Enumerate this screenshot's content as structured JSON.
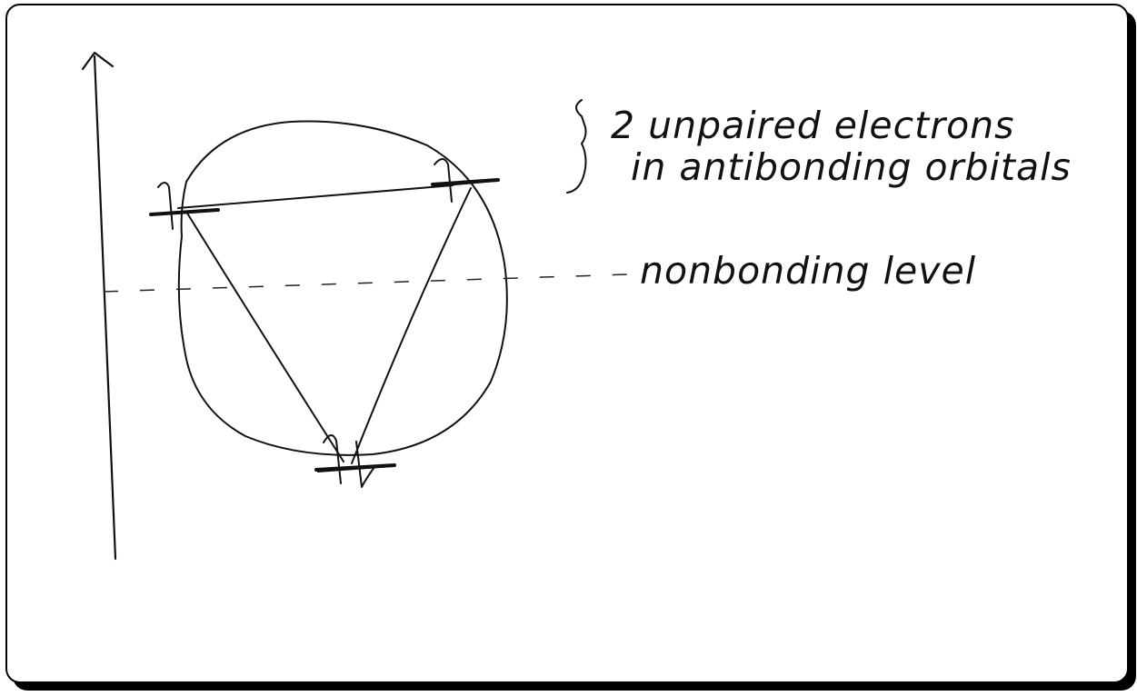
{
  "diagram": {
    "annotations": {
      "unpaired_line1": "2 unpaired electrons",
      "unpaired_line2": "in antibonding orbitals",
      "nonbonding": "nonbonding level"
    },
    "orbitals": [
      {
        "id": "left-antibonding",
        "electrons": 1
      },
      {
        "id": "right-antibonding",
        "electrons": 1
      },
      {
        "id": "bottom-bonding",
        "electrons": 2
      }
    ],
    "icons": [
      "energy-axis-arrow",
      "frost-circle",
      "triangle",
      "curly-brace",
      "dashed-line"
    ],
    "ink_color": "#111111"
  }
}
